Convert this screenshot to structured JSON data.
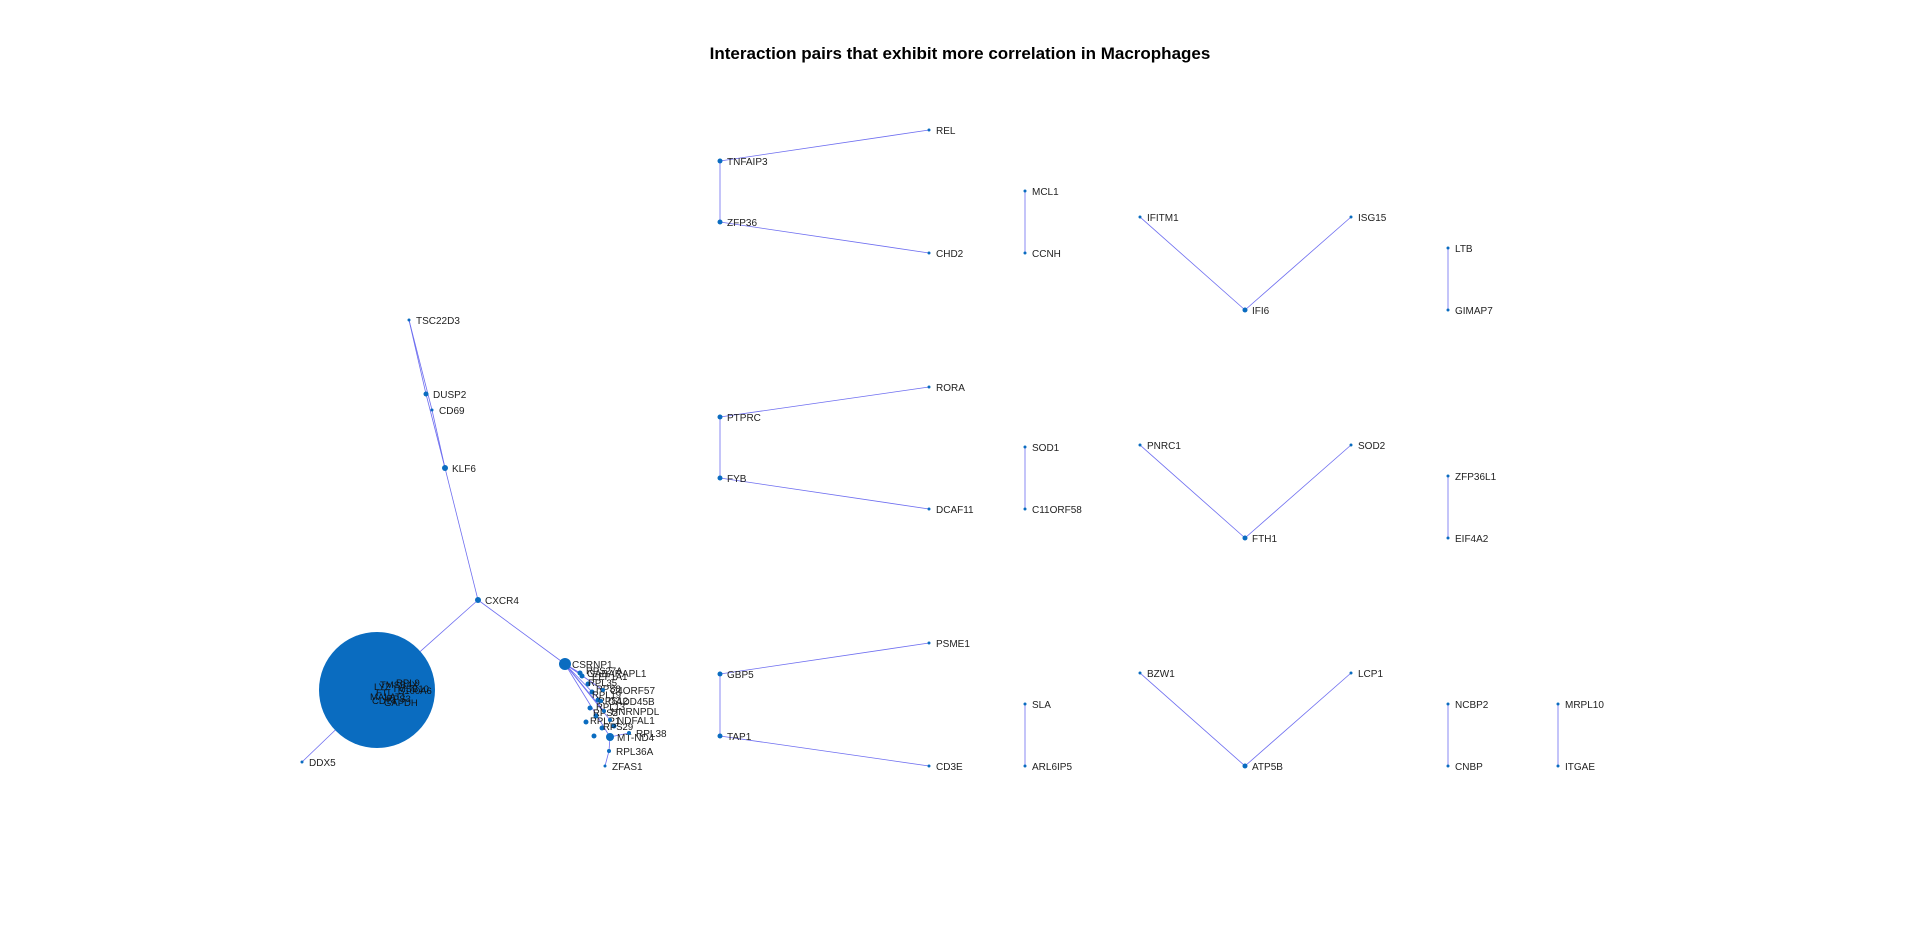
{
  "title": "Interaction pairs that exhibit more correlation in Macrophages",
  "colors": {
    "edge": "#6d6df0",
    "node": "#0a6cc0",
    "text": "#222222"
  },
  "nodes": [
    {
      "id": "TSC22D3",
      "label": "TSC22D3"
    },
    {
      "id": "DUSP2",
      "label": "DUSP2"
    },
    {
      "id": "CD69",
      "label": "CD69"
    },
    {
      "id": "KLF6",
      "label": "KLF6"
    },
    {
      "id": "CXCR4",
      "label": "CXCR4"
    },
    {
      "id": "DDX5",
      "label": "DDX5"
    },
    {
      "id": "HUB",
      "label": ""
    },
    {
      "id": "CSRNP1",
      "label": "CSRNP1"
    },
    {
      "id": "GABARAPL1",
      "label": "GABARAPL1"
    },
    {
      "id": "C4ORF57",
      "label": "C4ORF57"
    },
    {
      "id": "GADD45B",
      "label": "GADD45B"
    },
    {
      "id": "HNRNPDL",
      "label": "HNRNPDL"
    },
    {
      "id": "NDFAL1",
      "label": "NDFAL1"
    },
    {
      "id": "MT-ND4",
      "label": "MT-ND4"
    },
    {
      "id": "RPL38",
      "label": "RPL38"
    },
    {
      "id": "RPL36A",
      "label": "RPL36A"
    },
    {
      "id": "ZFAS1",
      "label": "ZFAS1"
    },
    {
      "id": "REL",
      "label": "REL"
    },
    {
      "id": "TNFAIP3",
      "label": "TNFAIP3"
    },
    {
      "id": "ZFP36",
      "label": "ZFP36"
    },
    {
      "id": "CHD2",
      "label": "CHD2"
    },
    {
      "id": "MCL1",
      "label": "MCL1"
    },
    {
      "id": "CCNH",
      "label": "CCNH"
    },
    {
      "id": "IFITM1",
      "label": "IFITM1"
    },
    {
      "id": "ISG15",
      "label": "ISG15"
    },
    {
      "id": "IFI6",
      "label": "IFI6"
    },
    {
      "id": "LTB",
      "label": "LTB"
    },
    {
      "id": "GIMAP7",
      "label": "GIMAP7"
    },
    {
      "id": "RORA",
      "label": "RORA"
    },
    {
      "id": "PTPRC",
      "label": "PTPRC"
    },
    {
      "id": "FYB",
      "label": "FYB"
    },
    {
      "id": "DCAF11",
      "label": "DCAF11"
    },
    {
      "id": "SOD1",
      "label": "SOD1"
    },
    {
      "id": "C11ORF58",
      "label": "C11ORF58"
    },
    {
      "id": "PNRC1",
      "label": "PNRC1"
    },
    {
      "id": "SOD2",
      "label": "SOD2"
    },
    {
      "id": "FTH1",
      "label": "FTH1"
    },
    {
      "id": "ZFP36L1",
      "label": "ZFP36L1"
    },
    {
      "id": "EIF4A2",
      "label": "EIF4A2"
    },
    {
      "id": "PSME1",
      "label": "PSME1"
    },
    {
      "id": "GBP5",
      "label": "GBP5"
    },
    {
      "id": "TAP1",
      "label": "TAP1"
    },
    {
      "id": "CD3E",
      "label": "CD3E"
    },
    {
      "id": "SLA",
      "label": "SLA"
    },
    {
      "id": "ARL6IP5",
      "label": "ARL6IP5"
    },
    {
      "id": "BZW1",
      "label": "BZW1"
    },
    {
      "id": "LCP1",
      "label": "LCP1"
    },
    {
      "id": "ATP5B",
      "label": "ATP5B"
    },
    {
      "id": "NCBP2",
      "label": "NCBP2"
    },
    {
      "id": "CNBP",
      "label": "CNBP"
    },
    {
      "id": "MRPL10",
      "label": "MRPL10"
    },
    {
      "id": "ITGAE",
      "label": "ITGAE"
    }
  ],
  "edges": [
    [
      "TSC22D3",
      "DUSP2"
    ],
    [
      "DUSP2",
      "KLF6"
    ],
    [
      "TSC22D3",
      "CD69"
    ],
    [
      "CD69",
      "KLF6"
    ],
    [
      "KLF6",
      "CXCR4"
    ],
    [
      "CXCR4",
      "HUB"
    ],
    [
      "HUB",
      "DDX5"
    ],
    [
      "CXCR4",
      "CSRNP1"
    ],
    [
      "CSRNP1",
      "GABARAPL1"
    ],
    [
      "CSRNP1",
      "C4ORF57"
    ],
    [
      "CSRNP1",
      "GADD45B"
    ],
    [
      "CSRNP1",
      "HNRNPDL"
    ],
    [
      "CSRNP1",
      "NDFAL1"
    ],
    [
      "CSRNP1",
      "MT-ND4"
    ],
    [
      "MT-ND4",
      "RPL38"
    ],
    [
      "MT-ND4",
      "RPL36A"
    ],
    [
      "RPL36A",
      "ZFAS1"
    ],
    [
      "REL",
      "TNFAIP3"
    ],
    [
      "TNFAIP3",
      "ZFP36"
    ],
    [
      "ZFP36",
      "CHD2"
    ],
    [
      "MCL1",
      "CCNH"
    ],
    [
      "IFITM1",
      "IFI6"
    ],
    [
      "ISG15",
      "IFI6"
    ],
    [
      "LTB",
      "GIMAP7"
    ],
    [
      "RORA",
      "PTPRC"
    ],
    [
      "PTPRC",
      "FYB"
    ],
    [
      "FYB",
      "DCAF11"
    ],
    [
      "SOD1",
      "C11ORF58"
    ],
    [
      "PNRC1",
      "FTH1"
    ],
    [
      "SOD2",
      "FTH1"
    ],
    [
      "ZFP36L1",
      "EIF4A2"
    ],
    [
      "PSME1",
      "GBP5"
    ],
    [
      "GBP5",
      "TAP1"
    ],
    [
      "TAP1",
      "CD3E"
    ],
    [
      "SLA",
      "ARL6IP5"
    ],
    [
      "BZW1",
      "ATP5B"
    ],
    [
      "LCP1",
      "ATP5B"
    ],
    [
      "NCBP2",
      "CNBP"
    ],
    [
      "MRPL10",
      "ITGAE"
    ]
  ]
}
